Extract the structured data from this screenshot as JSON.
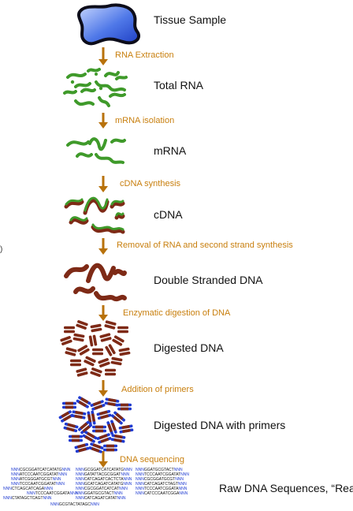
{
  "nodes": [
    {
      "id": "tissue",
      "label": "Tissue Sample"
    },
    {
      "id": "total-rna",
      "label": "Total RNA"
    },
    {
      "id": "mrna",
      "label": "mRNA"
    },
    {
      "id": "cdna",
      "label": "cDNA"
    },
    {
      "id": "dsdna",
      "label": "Double Stranded DNA"
    },
    {
      "id": "digested",
      "label": "Digested DNA"
    },
    {
      "id": "primers",
      "label": "Digested DNA with primers"
    },
    {
      "id": "reads",
      "label": "Raw DNA Sequences, “Reads"
    }
  ],
  "steps": [
    "RNA Extraction",
    "mRNA isolation",
    "cDNA synthesis",
    "Removal of RNA and second strand synthesis",
    "Enzymatic digestion of DNA",
    "Addition of primers",
    "DNA sequencing"
  ],
  "colors": {
    "arrow": "#b8720c",
    "step_text": "#c87f0e",
    "rna_green": "#3f9a2a",
    "dna_red": "#7e2a16",
    "primer_blue": "#1f3bd1",
    "tissue_blue": "#2f57d9"
  },
  "reads": [
    "NNNCGCGGATCATCATATGNNN",
    "NNNATCCCAATCGGATATNNN",
    "NNNATCGGGATGCGTNNN",
    "NNNTCCCAATCGGATATNNN",
    "NNNGCGGATCATCATATGNNN",
    "NNNGATATTACGCGGATNNN",
    "NNNCATCAGATCACTCTANNN",
    "NNNGCATCAGATCATATGNNN",
    "NNNGGATGCGTACTNNN",
    "NNNTCCCAATCGGATATNNN",
    "NNNCGCGGATGCGTNNN",
    "NNNCTCAGCATCAGANNN",
    "NNNTCCCAATCGGATANNN",
    "NNNCGCGGATCATCATNNN",
    "NNNGGATGCGTACTNNN",
    "NNNCATCAGATCTAGTNNN",
    "NNNTCCCAATCGGATANNN",
    "NNNCTATAGCTCAGTNNN",
    "NNNCATCAGATCATATNNN",
    "NNNGCGTACTATAGCNNN",
    "NNNCATCCCAATCGGANNN"
  ],
  "axis_tick": ")"
}
